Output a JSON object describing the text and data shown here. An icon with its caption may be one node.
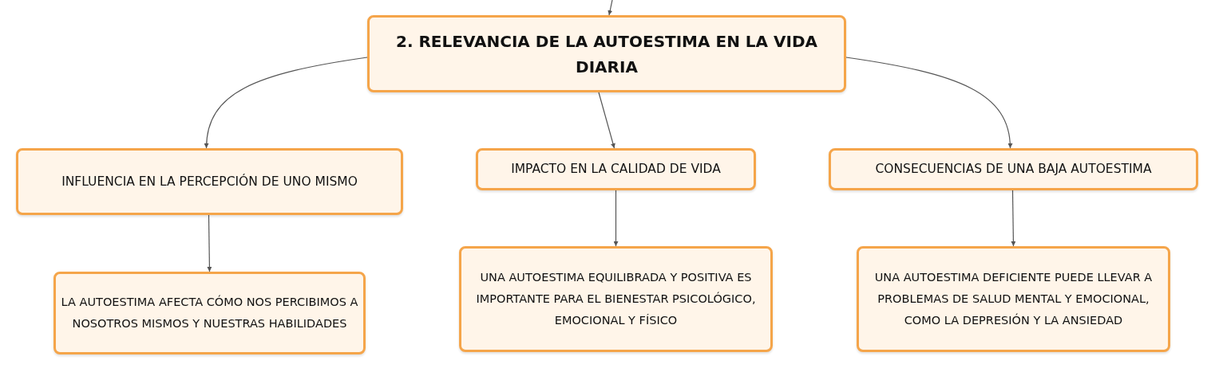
{
  "diagram": {
    "nodes": [
      {
        "text": [
          "2. RELEVANCIA DE LA AUTOESTIMA EN LA VIDA DIARIA"
        ]
      },
      {
        "text": [
          "INFLUENCIA EN LA PERCEPCIÓN DE UNO MISMO"
        ]
      },
      {
        "text": [
          "IMPACTO EN LA CALIDAD DE VIDA"
        ]
      },
      {
        "text": [
          "CONSECUENCIAS DE UNA BAJA AUTOESTIMA"
        ]
      },
      {
        "text": [
          "LA AUTOESTIMA AFECTA CÓMO NOS PERCIBIMOS A NOSOTROS MISMOS Y NUESTRAS HABILIDADES"
        ]
      },
      {
        "text": [
          "UNA AUTOESTIMA EQUILIBRADA Y POSITIVA ES IMPORTANTE PARA EL BIENESTAR PSICOLÓGICO, EMOCIONAL Y FÍSICO"
        ]
      },
      {
        "text": [
          "UNA AUTOESTIMA DEFICIENTE PUEDE LLEVAR A PROBLEMAS DE SALUD MENTAL Y EMOCIONAL, COMO LA DEPRESIÓN Y LA ANSIEDAD"
        ]
      }
    ],
    "edges": [
      {
        "from": null,
        "to": 0,
        "arrow": "to"
      },
      {
        "from": 0,
        "to": 1,
        "arrow": "to"
      },
      {
        "from": 0,
        "to": 2,
        "arrow": "to"
      },
      {
        "from": 0,
        "to": 3,
        "arrow": "to"
      },
      {
        "from": 1,
        "to": 4,
        "arrow": "to"
      },
      {
        "from": 2,
        "to": 5,
        "arrow": "to"
      },
      {
        "from": 3,
        "to": 6,
        "arrow": "to"
      }
    ]
  }
}
